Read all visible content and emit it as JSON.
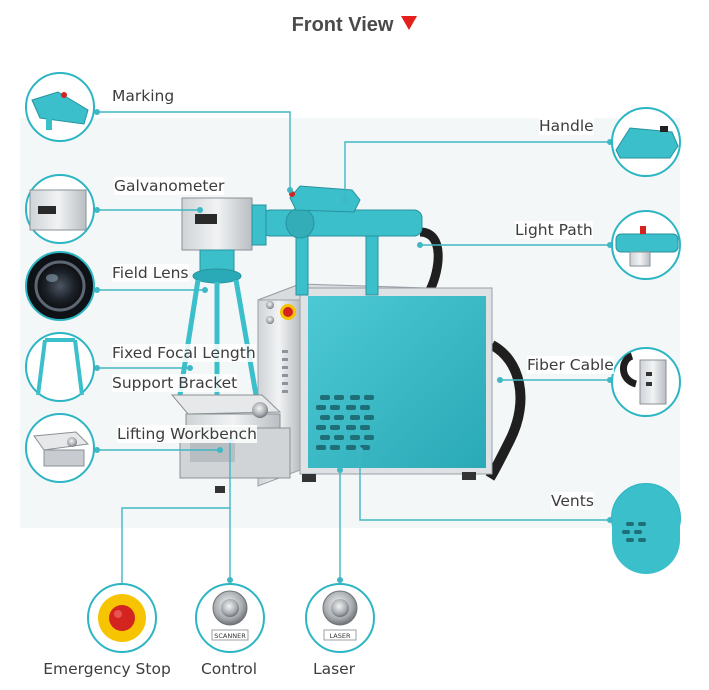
{
  "title": "Front View",
  "colors": {
    "accent": "#2cb5c3",
    "machine": "#3bbfcb",
    "arrow": "#e3201c",
    "line": "#3fb7c4"
  },
  "labels": {
    "marking": "Marking",
    "galvanometer": "Galvanometer",
    "field_lens": "Field Lens",
    "fixed_focal_length": "Fixed Focal Length",
    "support_bracket": "Support Bracket",
    "lifting_workbench": "Lifting Workbench",
    "handle": "Handle",
    "light_path": "Light Path",
    "fiber_cable": "Fiber Cable",
    "vents": "Vents",
    "emergency_stop": "Emergency Stop",
    "control": "Control",
    "laser": "Laser"
  },
  "button_text": {
    "scanner": "SCANNER",
    "laser": "LASER"
  }
}
